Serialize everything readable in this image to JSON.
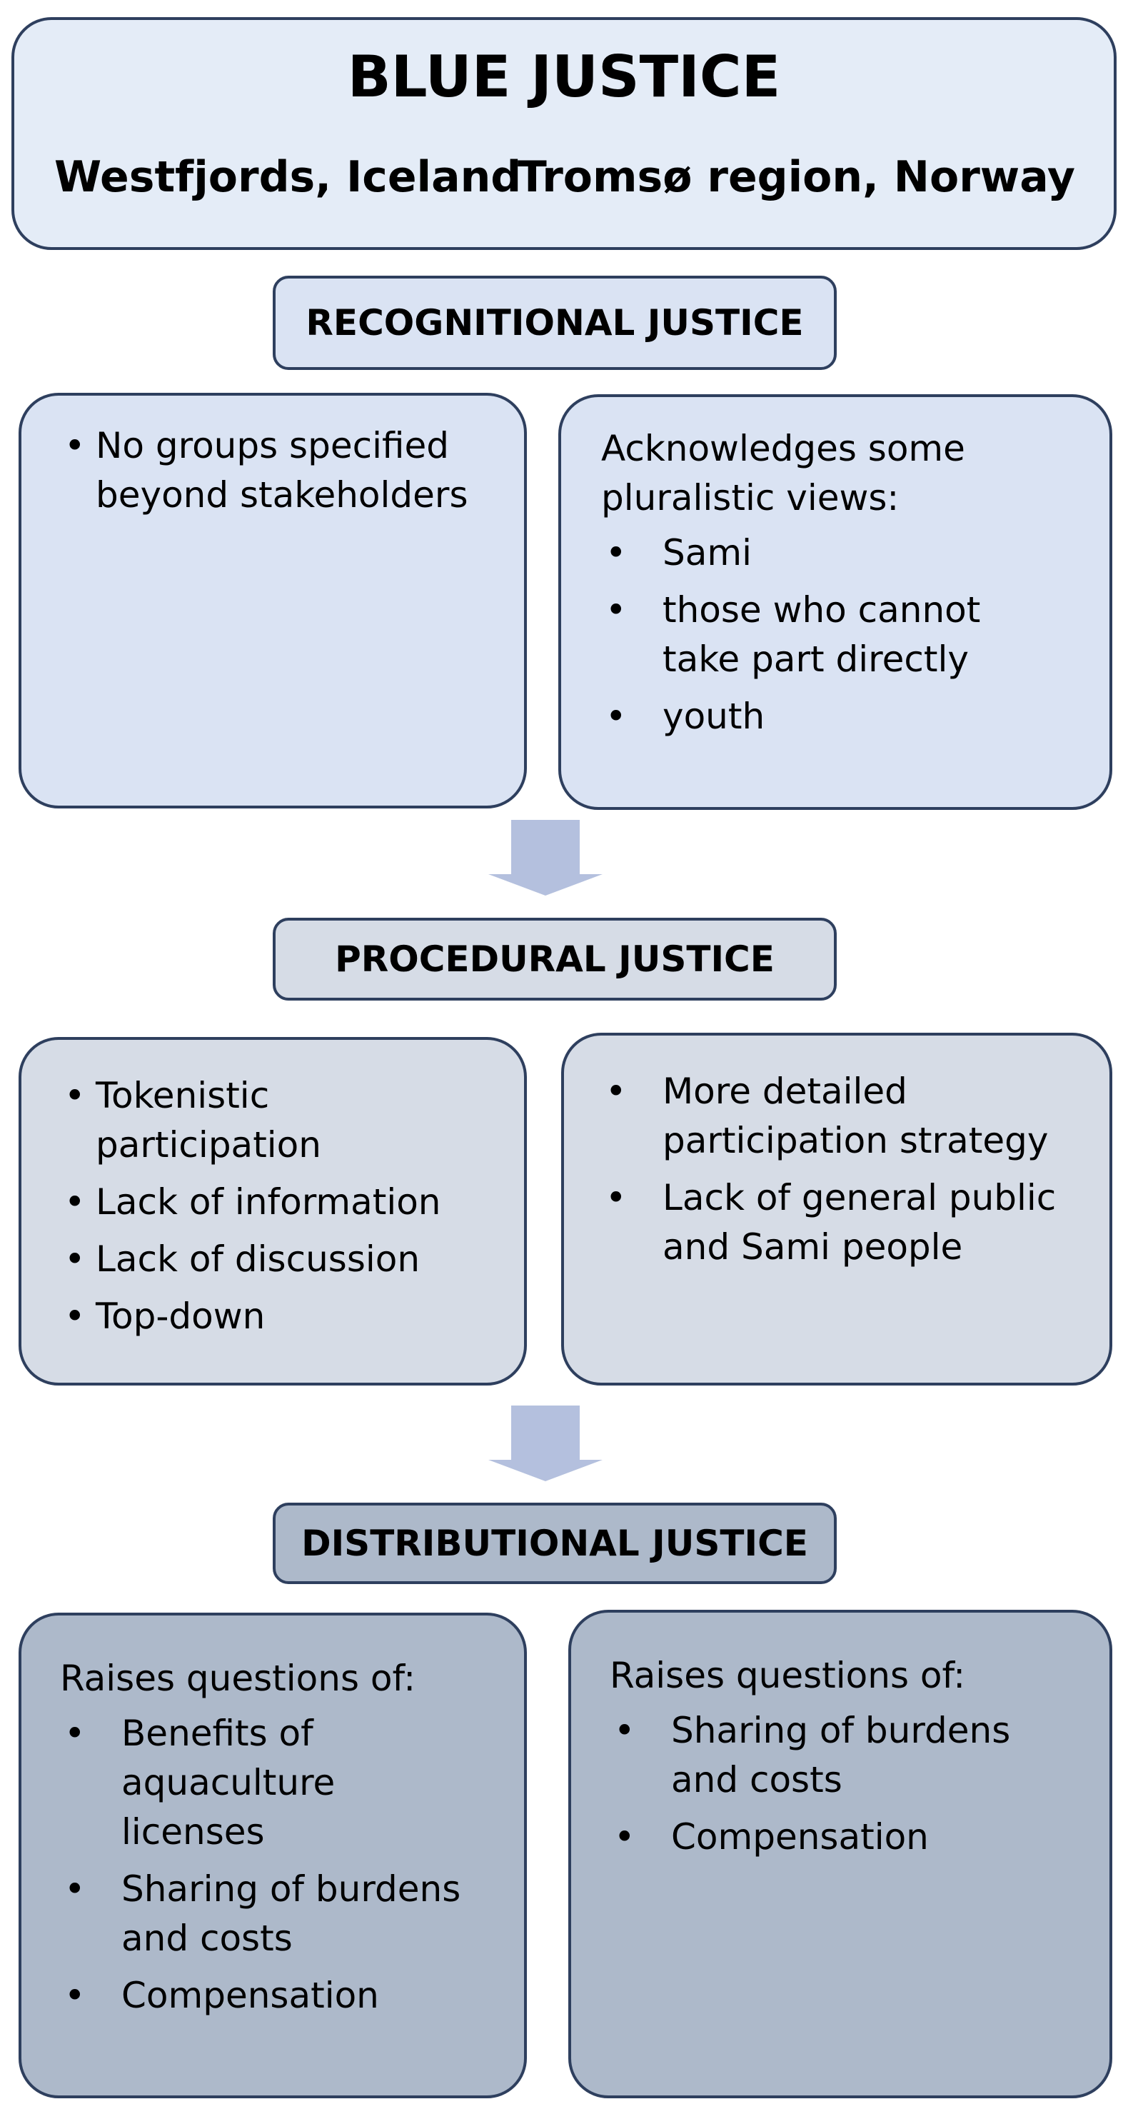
{
  "header": {
    "title": "BLUE JUSTICE",
    "region_left": "Westfjords, Iceland",
    "region_right": "Tromsø region, Norway"
  },
  "sections": [
    {
      "label": "RECOGNITIONAL JUSTICE",
      "left": {
        "items": [
          "No groups specified beyond stakeholders"
        ]
      },
      "right": {
        "intro": "Acknowledges some pluralistic views:",
        "items": [
          "Sami",
          "those who cannot take part directly",
          "youth"
        ]
      }
    },
    {
      "label": "PROCEDURAL JUSTICE",
      "left": {
        "items": [
          "Tokenistic participation",
          "Lack of information",
          "Lack of discussion",
          "Top-down"
        ]
      },
      "right": {
        "items": [
          "More detailed participation strategy",
          "Lack of general public and Sami people"
        ]
      }
    },
    {
      "label": "DISTRIBUTIONAL JUSTICE",
      "left": {
        "intro": "Raises questions of:",
        "items": [
          "Benefits of aquaculture licenses",
          "Sharing of burdens and costs",
          "Compensation"
        ]
      },
      "right": {
        "intro": "Raises questions of:",
        "items": [
          "Sharing of burdens and costs",
          "Compensation"
        ]
      }
    }
  ],
  "colors": {
    "border": "#2e3f5e",
    "header_fill": "#e4ecf7",
    "recognitional_fill": "#dae3f3",
    "procedural_fill": "#d6dce6",
    "distributional_fill": "#adb9ca",
    "arrow_fill": "#b4c0de"
  },
  "icons": {
    "flow_arrow": "down-arrow-icon"
  }
}
